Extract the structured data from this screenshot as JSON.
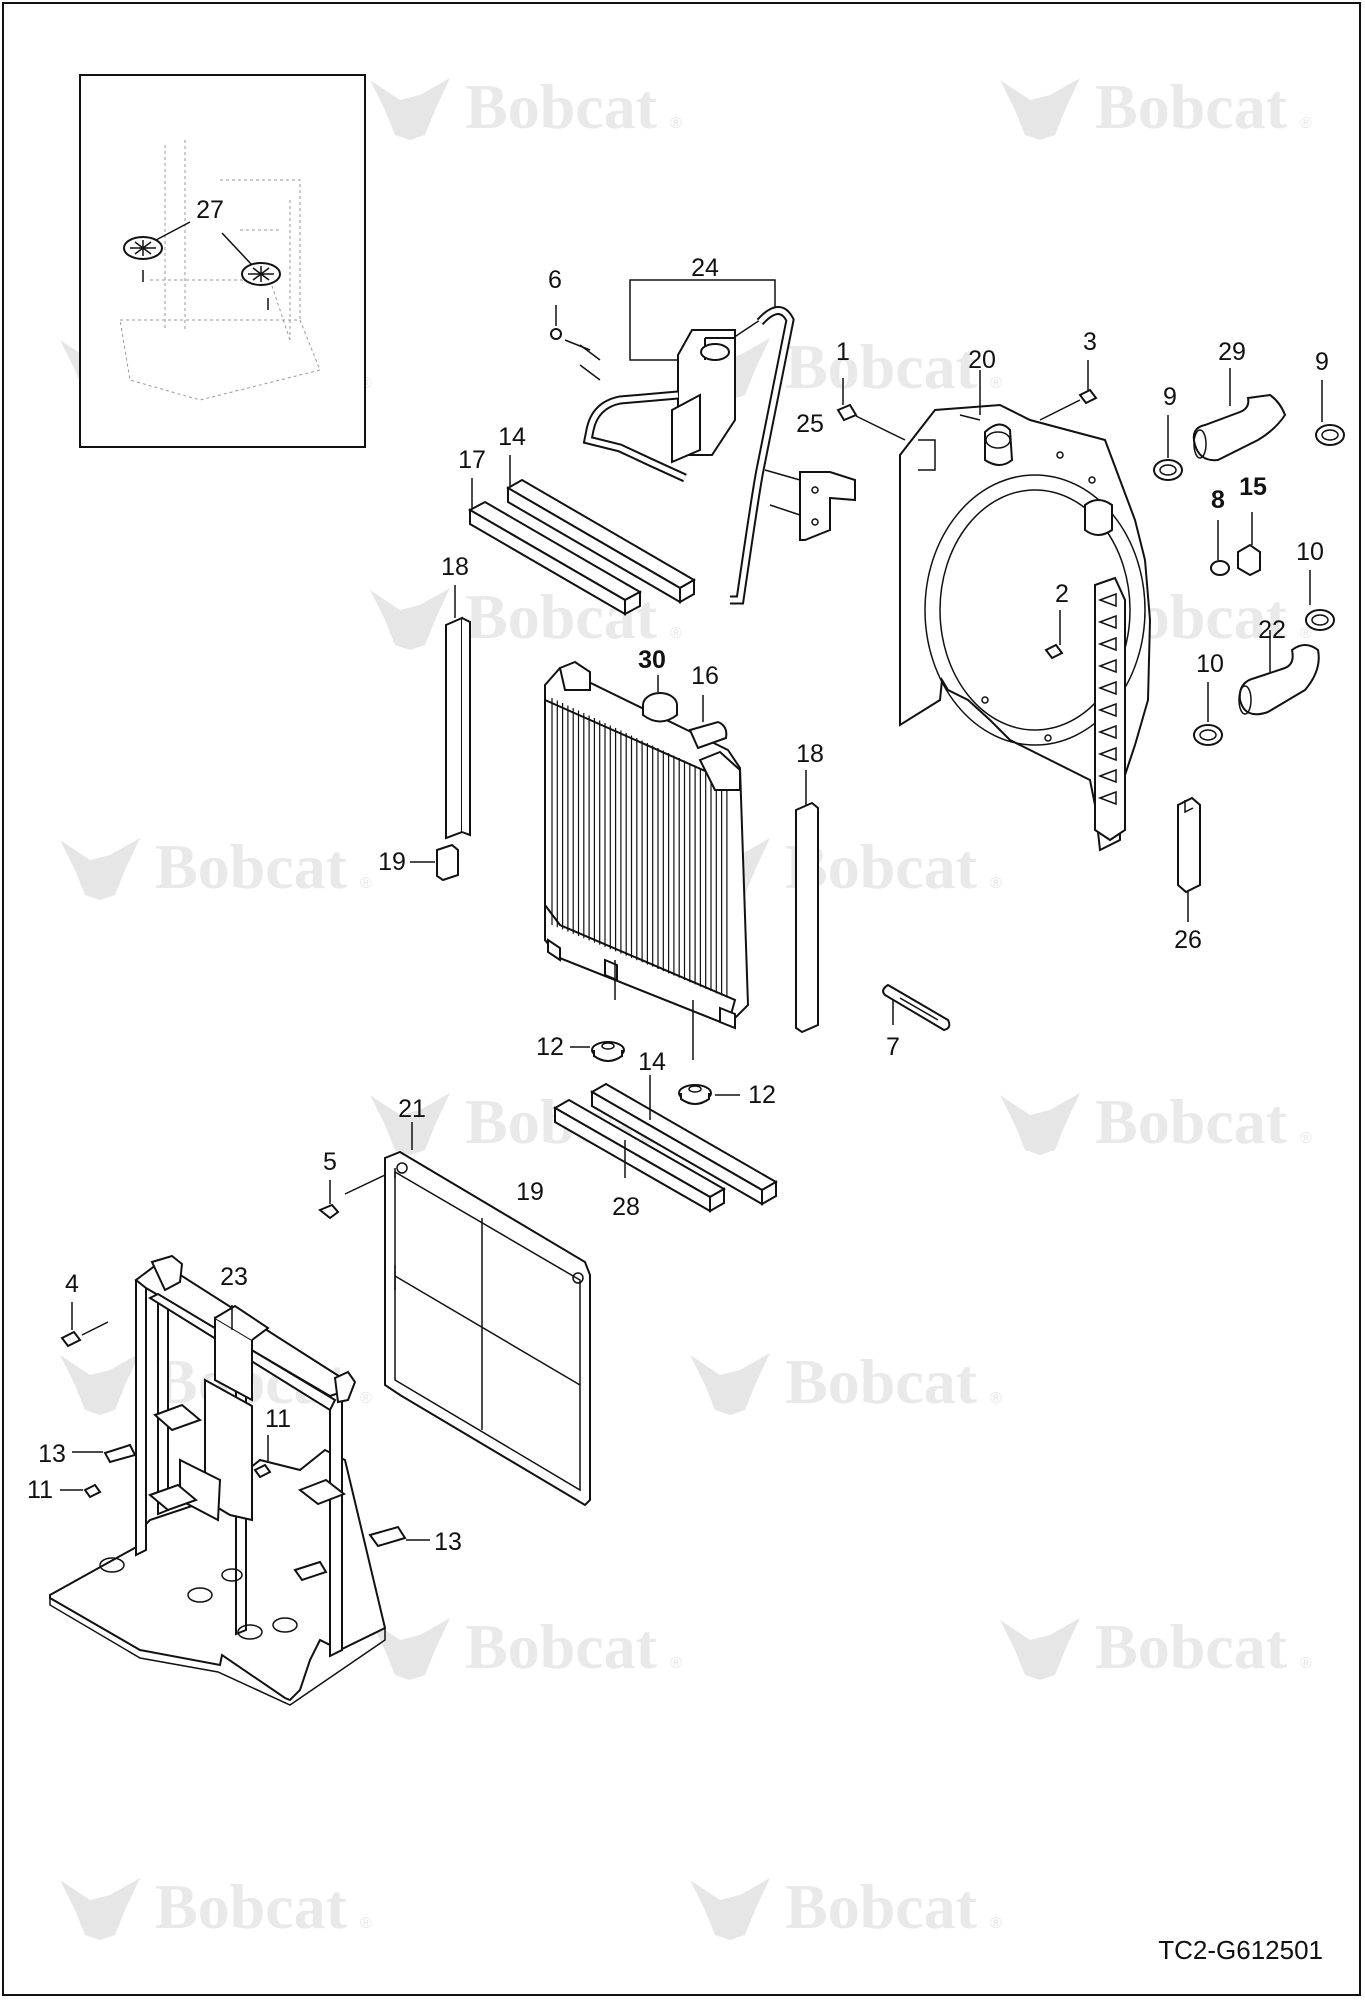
{
  "watermark": {
    "brand": "Bobcat",
    "mark": "®",
    "color": "#e6e6e6"
  },
  "drawing_code": "TC2-G612501",
  "inset_box": {
    "callout": "27"
  },
  "callouts": {
    "c1": "1",
    "c2": "2",
    "c3": "3",
    "c4": "4",
    "c5": "5",
    "c6": "6",
    "c7": "7",
    "c8": "8",
    "c9a": "9",
    "c9b": "9",
    "c10a": "10",
    "c10b": "10",
    "c11a": "11",
    "c11b": "11",
    "c12a": "12",
    "c12b": "12",
    "c13a": "13",
    "c13b": "13",
    "c14a": "14",
    "c14b": "14",
    "c15": "15",
    "c16": "16",
    "c17": "17",
    "c18a": "18",
    "c18b": "18",
    "c19a": "19",
    "c19b": "19",
    "c20": "20",
    "c21": "21",
    "c22": "22",
    "c23": "23",
    "c24": "24",
    "c25": "25",
    "c26": "26",
    "c28": "28",
    "c29": "29",
    "c30": "30"
  }
}
